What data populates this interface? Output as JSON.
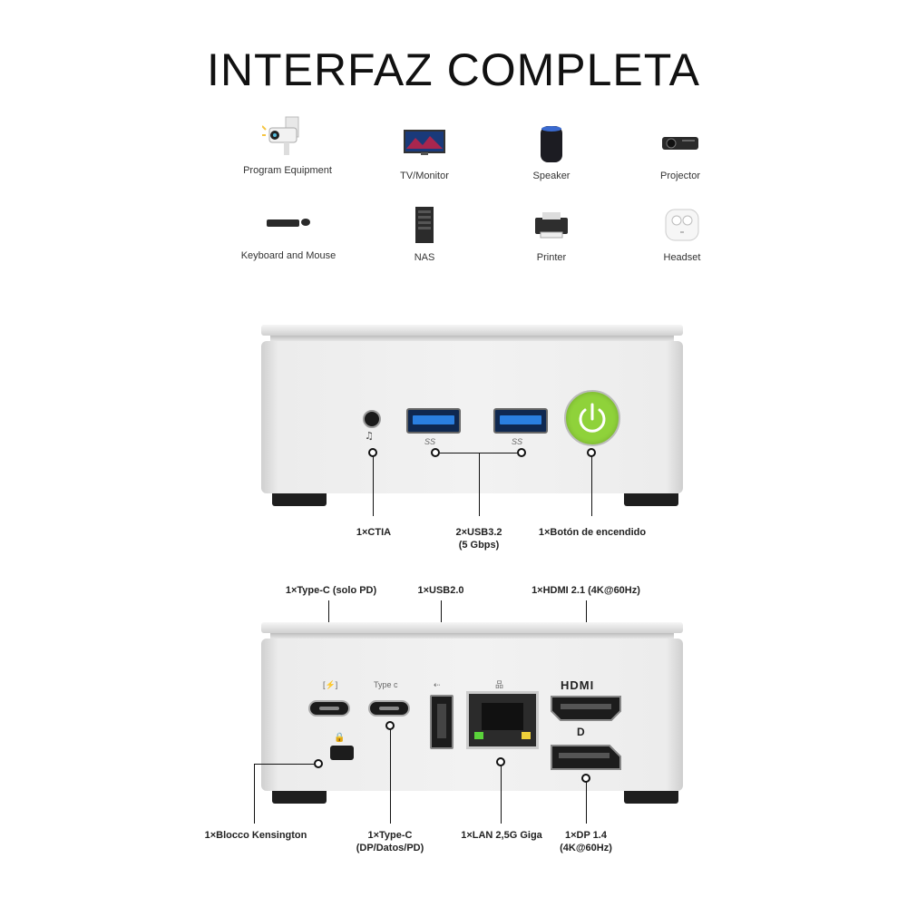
{
  "title": "INTERFAZ COMPLETA",
  "devices": [
    {
      "label": "Program Equipment",
      "icon": "camera-icon"
    },
    {
      "label": "TV/Monitor",
      "icon": "monitor-icon"
    },
    {
      "label": "Speaker",
      "icon": "speaker-icon"
    },
    {
      "label": "Projector",
      "icon": "projector-icon"
    },
    {
      "label": "Keyboard and Mouse",
      "icon": "keyboard-icon"
    },
    {
      "label": "NAS",
      "icon": "nas-icon"
    },
    {
      "label": "Printer",
      "icon": "printer-icon"
    },
    {
      "label": "Headset",
      "icon": "earbuds-icon"
    }
  ],
  "front": {
    "ctia": "1×CTIA",
    "usb_line1": "2×USB3.2",
    "usb_line2": "(5 Gbps)",
    "power": "1×Botón de encendido",
    "ss_mark": "SS"
  },
  "back": {
    "typec_pd": "1×Type-C (solo PD)",
    "usb2": "1×USB2.0",
    "hdmi": "1×HDMI 2.1 (4K@60Hz)",
    "kensington": "1×Blocco Kensington",
    "typec_data_line1": "1×Type-C",
    "typec_data_line2": "(DP/Datos/PD)",
    "lan": "1×LAN 2,5G Giga",
    "dp_line1": "1×DP 1.4",
    "dp_line2": "(4K@60Hz)",
    "typec_mark": "Type c",
    "hdmi_logo": "HDMI"
  },
  "colors": {
    "power_green": "#8fd23a",
    "usb_blue": "#2a7fe0",
    "lan_green": "#5ad23a",
    "lan_yellow": "#f0d23a"
  }
}
